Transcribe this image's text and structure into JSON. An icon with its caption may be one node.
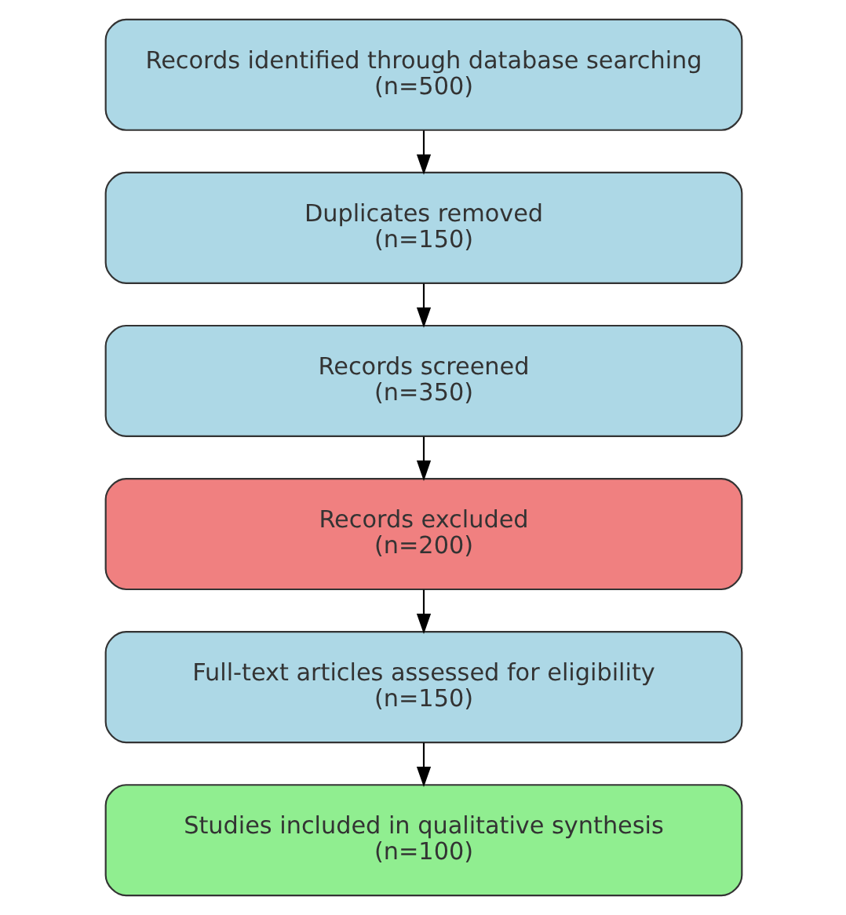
{
  "diagram": {
    "nodes": [
      {
        "text": [
          "Records identified through database searching",
          "(n=500)"
        ]
      },
      {
        "text": [
          "Duplicates removed",
          "(n=150)"
        ]
      },
      {
        "text": [
          "Records screened",
          "(n=350)"
        ]
      },
      {
        "text": [
          "Records excluded",
          "(n=200)"
        ]
      },
      {
        "text": [
          "Full-text articles assessed for eligibility",
          "(n=150)"
        ]
      },
      {
        "text": [
          "Studies included in qualitative synthesis",
          "(n=100)"
        ]
      }
    ],
    "edges": [
      {
        "from": 0,
        "to": 1,
        "arrow": "to"
      },
      {
        "from": 1,
        "to": 2,
        "arrow": "to"
      },
      {
        "from": 2,
        "to": 3,
        "arrow": "to"
      },
      {
        "from": 3,
        "to": 4,
        "arrow": "to"
      },
      {
        "from": 4,
        "to": 5,
        "arrow": "to"
      }
    ]
  }
}
